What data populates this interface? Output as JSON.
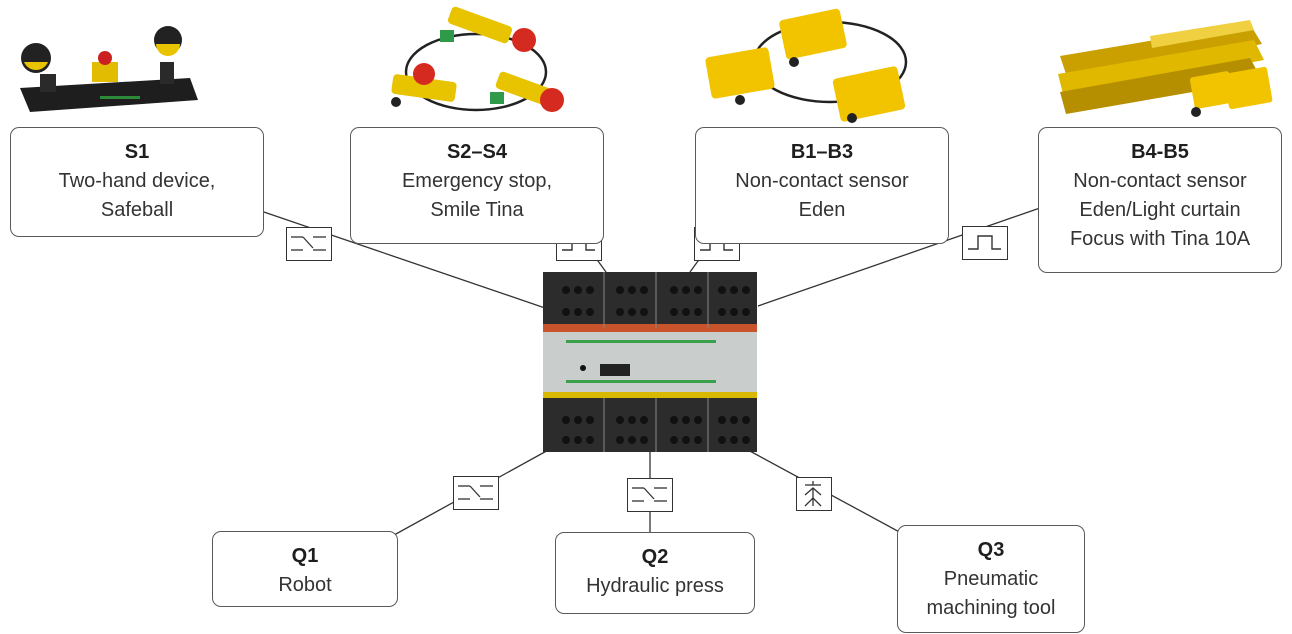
{
  "inputs": [
    {
      "id": "S1",
      "lines": [
        "Two-hand device,",
        "Safeball"
      ]
    },
    {
      "id": "S2–S4",
      "lines": [
        "Emergency stop,",
        "Smile Tina"
      ]
    },
    {
      "id": "B1–B3",
      "lines": [
        "Non-contact sensor",
        "Eden"
      ]
    },
    {
      "id": "B4-B5",
      "lines": [
        "Non-contact sensor",
        "Eden/Light curtain",
        "Focus with Tina 10A"
      ]
    }
  ],
  "outputs": [
    {
      "id": "Q1",
      "lines": [
        "Robot"
      ]
    },
    {
      "id": "Q2",
      "lines": [
        "Hydraulic press"
      ]
    },
    {
      "id": "Q3",
      "lines": [
        "Pneumatic",
        "machining tool"
      ]
    }
  ],
  "colors": {
    "connector": "#333333",
    "product_yellow": "#f2c400",
    "relay_dark": "#2c2c2c",
    "relay_red": "#c8542c"
  },
  "symbols": [
    "contact-switch-icon",
    "pulse-signal-icon",
    "pulse-signal-icon",
    "pulse-signal-icon",
    "contact-switch-icon",
    "contact-switch-icon",
    "valve-icon"
  ]
}
